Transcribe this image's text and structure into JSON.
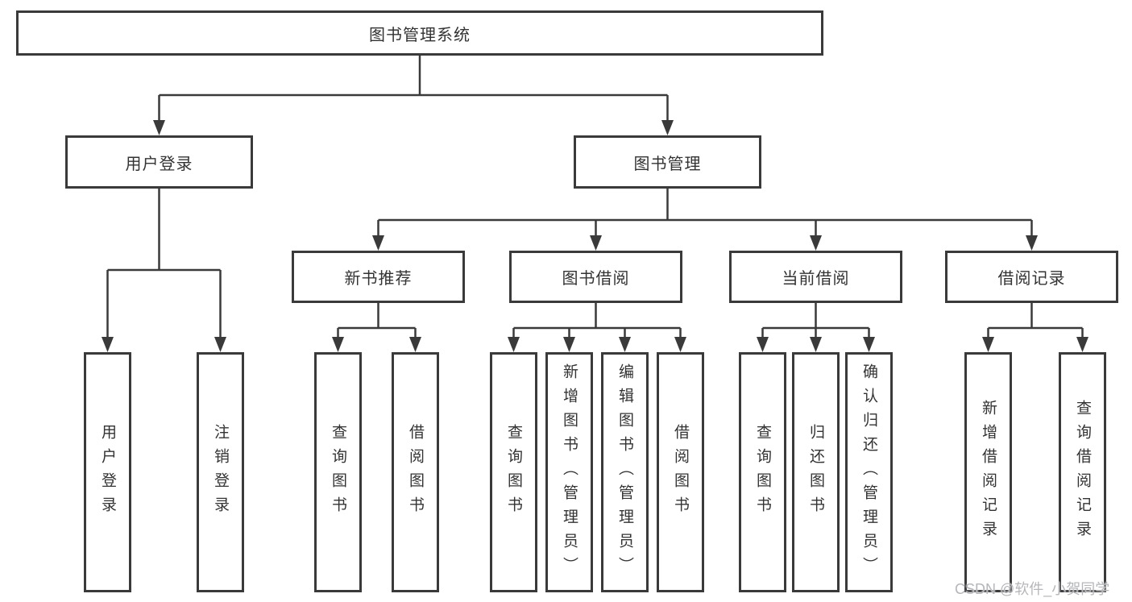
{
  "tree": {
    "root": "图书管理系统",
    "login": {
      "label": "用户登录",
      "children": [
        "用户登录",
        "注销登录"
      ]
    },
    "mgmt": {
      "label": "图书管理",
      "groups": [
        {
          "label": "新书推荐",
          "children": [
            "查询图书",
            "借阅图书"
          ]
        },
        {
          "label": "图书借阅",
          "children": [
            "查询图书",
            "新增图书（管理员）",
            "编辑图书（管理员）",
            "借阅图书"
          ]
        },
        {
          "label": "当前借阅",
          "children": [
            "查询图书",
            "归还图书",
            "确认归还（管理员）"
          ]
        },
        {
          "label": "借阅记录",
          "children": [
            "新增借阅记录",
            "查询借阅记录"
          ]
        }
      ]
    }
  },
  "watermark": "CSDN @软件_小贺同学",
  "colors": {
    "line": "#3a3a3a",
    "box_border": "#3a3a3a",
    "box_background": "#ffffff",
    "text": "#333333",
    "watermark": "#b4b6b9",
    "background": "#ffffff"
  }
}
